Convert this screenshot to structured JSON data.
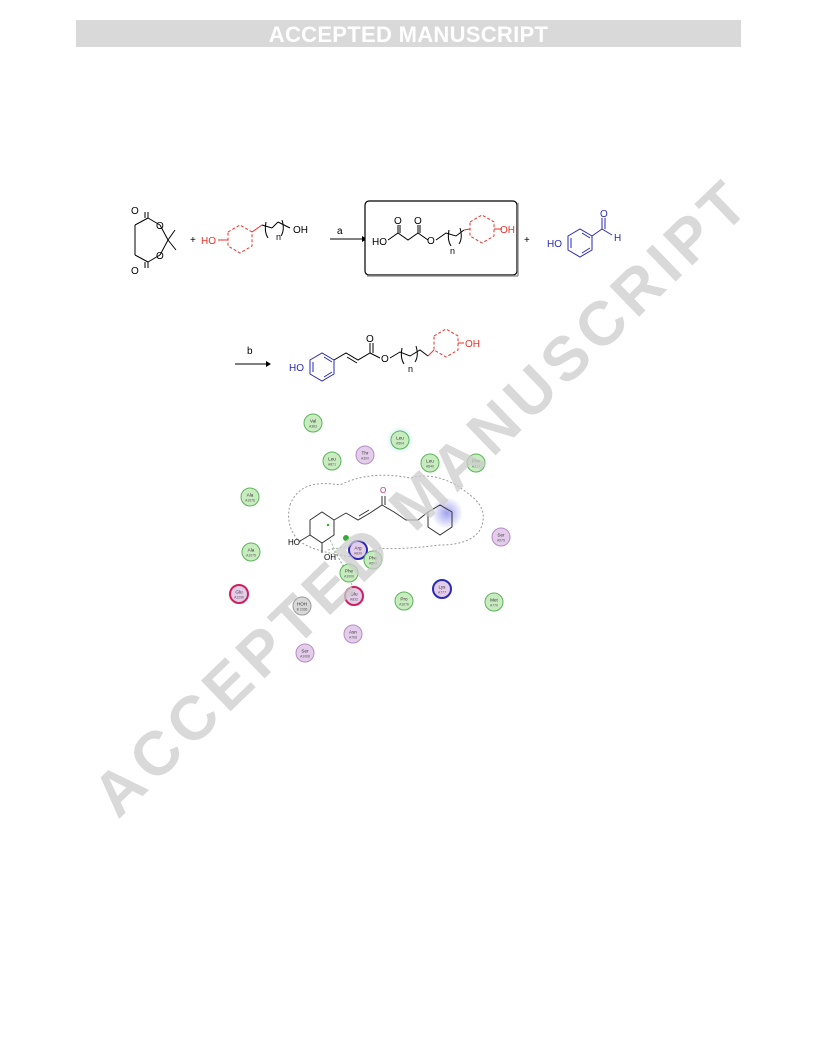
{
  "header": {
    "banner_text": "ACCEPTED MANUSCRIPT"
  },
  "watermark": {
    "text": "ACCEPTED MANUSCRIPT"
  },
  "scheme": {
    "plus": "+",
    "step_a": "a",
    "step_b": "b",
    "label_o": "O",
    "label_oh": "OH",
    "label_ho": "HO",
    "label_h": "H",
    "label_n": "n"
  },
  "interaction_diagram": {
    "residues": [
      {
        "name": "Val",
        "id": "A383"
      },
      {
        "name": "Leu",
        "id": "A504"
      },
      {
        "name": "Thr",
        "id": "A300"
      },
      {
        "name": "Leu",
        "id": "A871"
      },
      {
        "name": "Leu",
        "id": "A840"
      },
      {
        "name": "Phe",
        "id": "A317"
      },
      {
        "name": "Ala",
        "id": "A1076"
      },
      {
        "name": "Ala",
        "id": "A1075"
      },
      {
        "name": "Ser",
        "id": "A575"
      },
      {
        "name": "Arg",
        "id": "A830"
      },
      {
        "name": "Phe",
        "id": "A504"
      },
      {
        "name": "Phe",
        "id": "A1000"
      },
      {
        "name": "Glu",
        "id": "A1296"
      },
      {
        "name": "HOH",
        "id": "B 2336"
      },
      {
        "name": "Glu",
        "id": "A832"
      },
      {
        "name": "Pro",
        "id": "A1076"
      },
      {
        "name": "Lys",
        "id": "A777"
      },
      {
        "name": "Met",
        "id": "A770"
      },
      {
        "name": "Asn",
        "id": "A768"
      },
      {
        "name": "Ser",
        "id": "A1068"
      }
    ],
    "ligand_labels": {
      "o": "O",
      "ho": "HO",
      "oh": "OH"
    }
  },
  "colors": {
    "red": "#e8322a",
    "blue": "#2a2ab8",
    "green_fill": "#c8ebc0",
    "green_stroke": "#5ab55a",
    "purple_fill": "#e4cdea",
    "purple_stroke": "#b58cc4",
    "watermark": "#d0d0d0"
  }
}
